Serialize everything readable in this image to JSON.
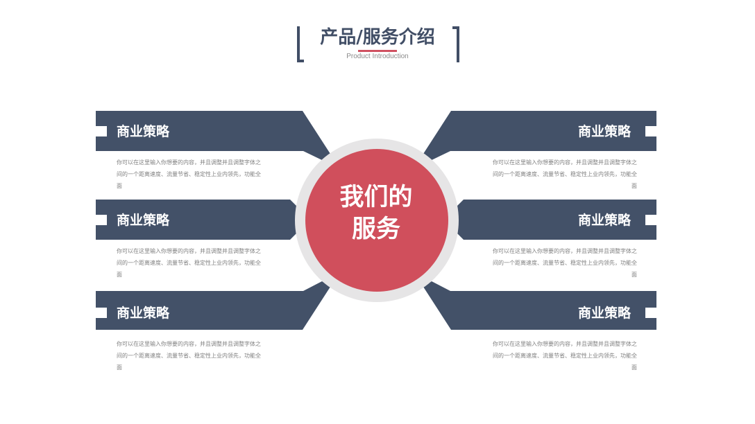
{
  "header": {
    "title": "产品/服务介绍",
    "subtitle": "Product Introduction"
  },
  "center": {
    "line1": "我们的",
    "line2": "服务"
  },
  "items": [
    {
      "title": "商业策略",
      "desc": "你可以在这里输入你想要的内容，并且调整并且调整字体之间的一个距离速度、流量节省、稳定性上业内领先，功能全面",
      "side": "left",
      "position": "top"
    },
    {
      "title": "商业策略",
      "desc": "你可以在这里输入你想要的内容，并且调整并且调整字体之间的一个距离速度、流量节省、稳定性上业内领先，功能全面",
      "side": "left",
      "position": "middle"
    },
    {
      "title": "商业策略",
      "desc": "你可以在这里输入你想要的内容，并且调整并且调整字体之间的一个距离速度、流量节省、稳定性上业内领先，功能全面",
      "side": "left",
      "position": "bottom"
    },
    {
      "title": "商业策略",
      "desc": "你可以在这里输入你想要的内容，并且调整并且调整字体之间的一个距离速度、流量节省、稳定性上业内领先，功能全面",
      "side": "right",
      "position": "top"
    },
    {
      "title": "商业策略",
      "desc": "你可以在这里输入你想要的内容，并且调整并且调整字体之间的一个距离速度、流量节省、稳定性上业内领先，功能全面",
      "side": "right",
      "position": "middle"
    },
    {
      "title": "商业策略",
      "desc": "你可以在这里输入你想要的内容，并且调整并且调整字体之间的一个距离速度、流量节省、稳定性上业内领先，功能全面",
      "side": "right",
      "position": "bottom"
    }
  ],
  "colors": {
    "navy": "#435168",
    "red": "#d04f5c",
    "ring": "#e6e5e6",
    "text_gray": "#808080",
    "white": "#ffffff"
  }
}
